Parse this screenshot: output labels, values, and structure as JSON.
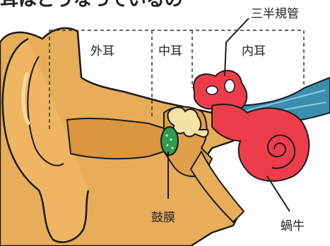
{
  "header": {
    "partial_text": "耳はどうなっているの"
  },
  "regions": {
    "outer_ear": "外耳",
    "middle_ear": "中耳",
    "inner_ear": "内耳"
  },
  "parts": {
    "semicircular_canals": "三半規管",
    "eardrum": "鼓膜",
    "cochlea": "蝸牛"
  },
  "colors": {
    "skin": "#e8ad58",
    "skin_outline": "#1a1a1a",
    "inner_ear": "#ee3d4a",
    "nerve": "#3a8fb0",
    "eardrum": "#2e9a4c",
    "ossicles": "#f4e2a6",
    "divider": "#333333"
  }
}
